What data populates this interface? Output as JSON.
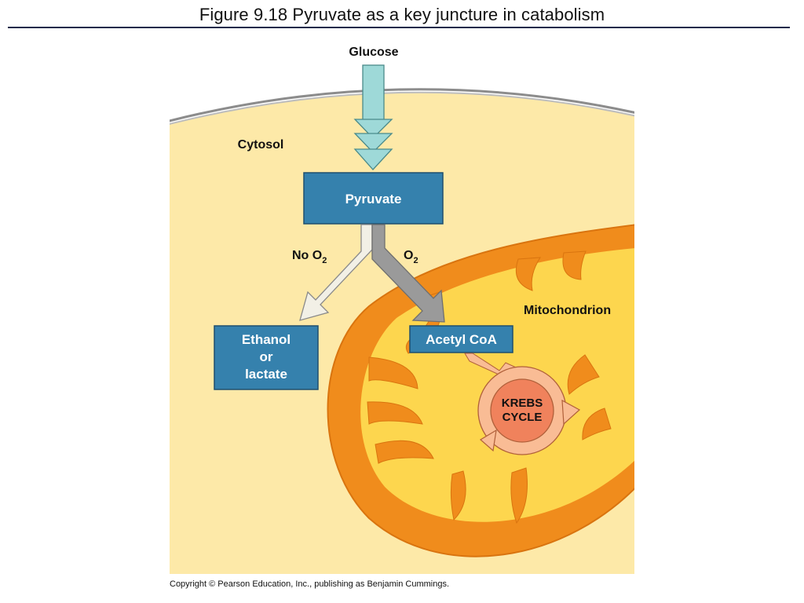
{
  "title": "Figure 9.18  Pyruvate as a key juncture in catabolism",
  "labels": {
    "glucose": "Glucose",
    "cytosol": "Cytosol",
    "pyruvate": "Pyruvate",
    "no_o2_prefix": "No O",
    "o2_prefix": "O",
    "subscript_2": "2",
    "mitochondrion": "Mitochondrion",
    "ethanol_or_lactate": [
      "Ethanol",
      "or",
      "lactate"
    ],
    "acetyl_coa": "Acetyl CoA",
    "krebs_cycle": [
      "KREBS",
      "CYCLE"
    ]
  },
  "copyright": "Copyright © Pearson Education, Inc., publishing as Benjamin Cummings.",
  "colors": {
    "cytosol_fill": "#fde9a8",
    "membrane": "#9a9a9a",
    "mito_outer": "#f08c1c",
    "mito_matrix": "#fdd64e",
    "box_fill": "#3581ad",
    "glucose_arrow": "#9ed9d8",
    "anaerobic_arrow": "#f2f0e6",
    "aerobic_arrow": "#9a9a9a",
    "krebs_ring": "#f9bc95",
    "krebs_center": "#f0825c"
  }
}
